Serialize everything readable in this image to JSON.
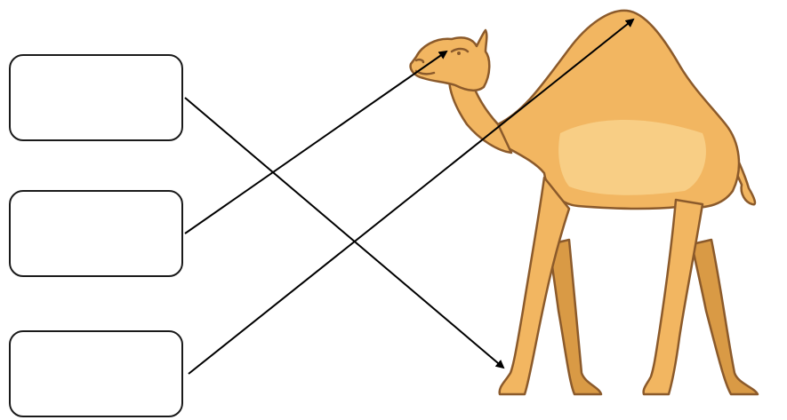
{
  "labels": [
    {
      "id": "box-1",
      "text": "",
      "points_to": "leg"
    },
    {
      "id": "box-2",
      "text": "",
      "points_to": "head"
    },
    {
      "id": "box-3",
      "text": "",
      "points_to": "hump"
    }
  ],
  "animal": {
    "icon": "camel-illustration"
  },
  "colors": {
    "body": "#F2B661",
    "body_light": "#F8CE85",
    "shadow": "#D99A45",
    "outline": "#8B5A2B",
    "line": "#000000",
    "box_border": "#1a1a1a"
  }
}
